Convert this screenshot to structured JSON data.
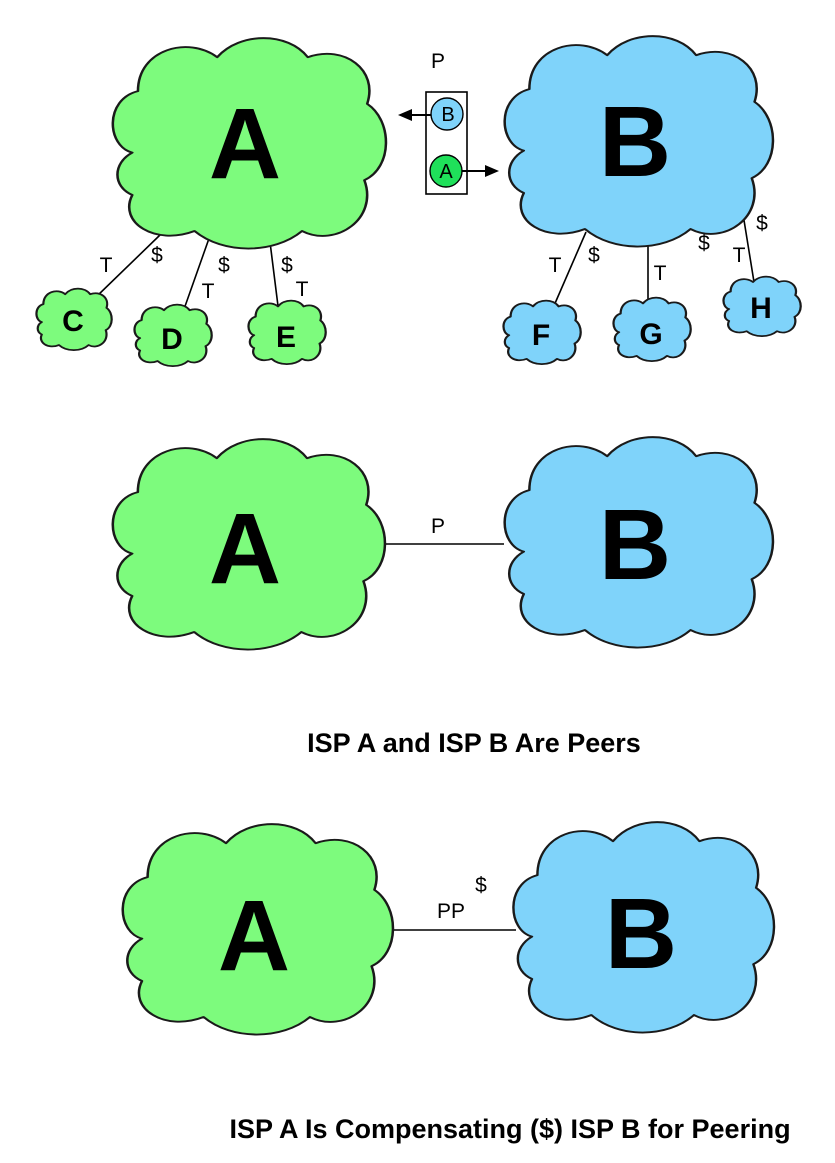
{
  "colors": {
    "isp_a": "#7dfb7d",
    "isp_b": "#7fd3fa",
    "route_a_node": "#1fe05a",
    "route_b_node": "#7fd3fa"
  },
  "top_diagram": {
    "isp_a_label": "A",
    "isp_b_label": "B",
    "peering_label": "P",
    "route_node_b_label": "B",
    "route_node_a_label": "A",
    "customers_a": [
      {
        "label": "C",
        "t": "T",
        "dollar": "$"
      },
      {
        "label": "D",
        "t": "T",
        "dollar": "$"
      },
      {
        "label": "E",
        "t": "T",
        "dollar": "$"
      }
    ],
    "customers_b": [
      {
        "label": "F",
        "t": "T",
        "dollar": "$"
      },
      {
        "label": "G",
        "t": "T",
        "dollar": "$"
      },
      {
        "label": "H",
        "t": "T",
        "dollar": "$"
      }
    ]
  },
  "middle_diagram": {
    "isp_a_label": "A",
    "isp_b_label": "B",
    "link_label": "P",
    "caption": "ISP A and ISP B Are Peers"
  },
  "bottom_diagram": {
    "isp_a_label": "A",
    "isp_b_label": "B",
    "link_label": "PP",
    "dollar_label": "$",
    "caption": "ISP A Is Compensating ($) ISP B for Peering"
  }
}
